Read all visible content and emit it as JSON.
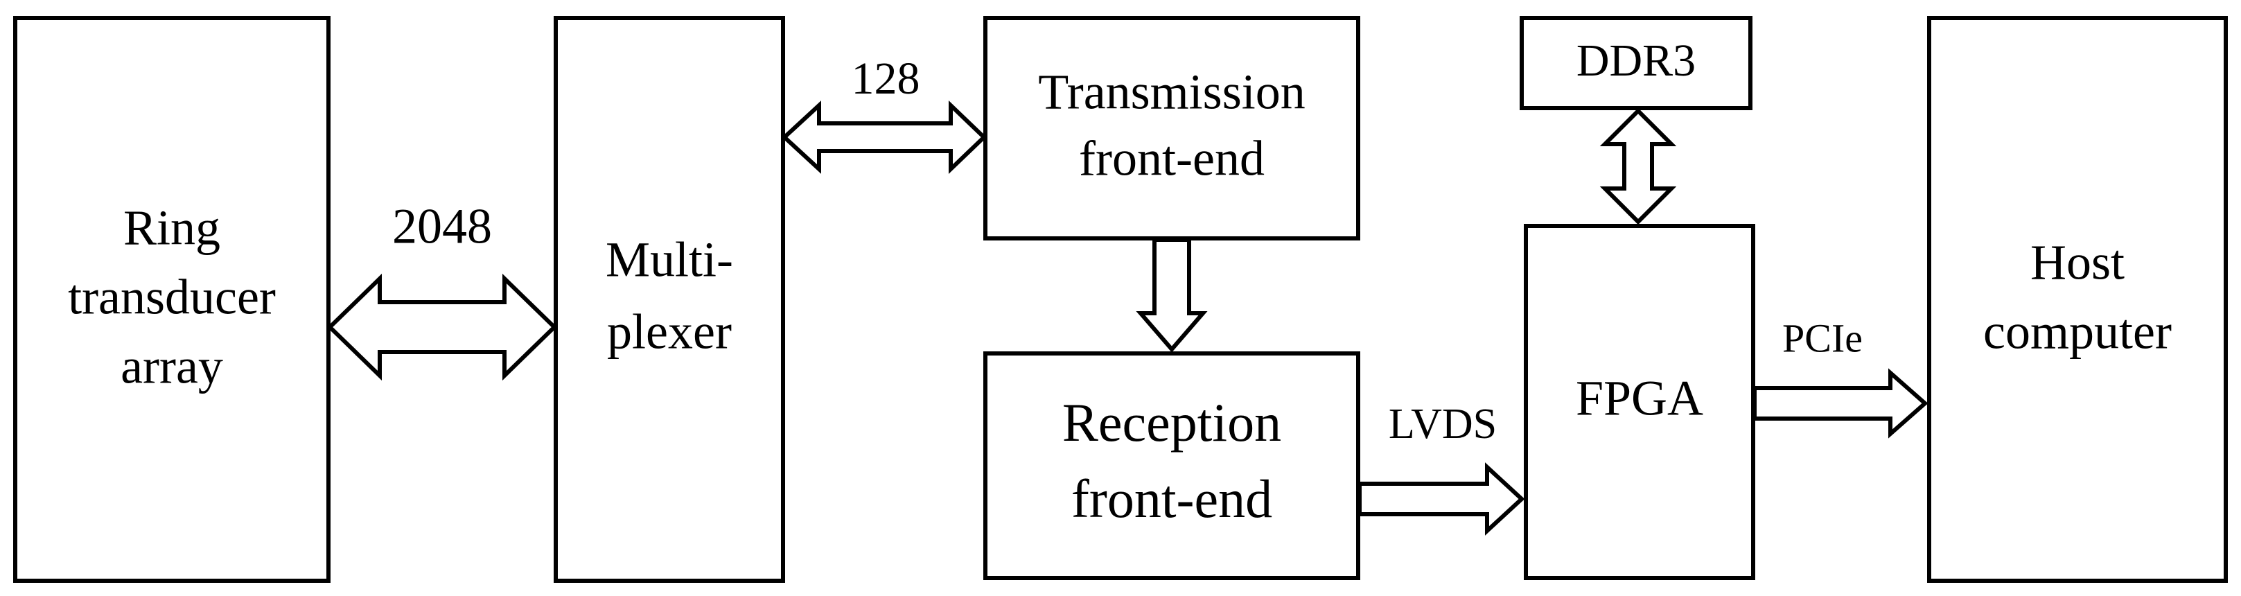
{
  "blocks": {
    "ring": [
      "Ring",
      "transducer",
      "array"
    ],
    "mux": [
      "Multi-",
      "plexer"
    ],
    "tx": [
      "Transmission",
      "front-end"
    ],
    "rx": [
      "Reception",
      "front-end"
    ],
    "ddr3": [
      "DDR3"
    ],
    "fpga": [
      "FPGA"
    ],
    "host": [
      "Host",
      "computer"
    ]
  },
  "links": {
    "ring_mux": "2048",
    "mux_tx": "128",
    "rx_fpga": "LVDS",
    "fpga_host": "PCIe"
  },
  "colors": {
    "stroke": "#000000",
    "fill": "#ffffff",
    "text": "#000000"
  }
}
